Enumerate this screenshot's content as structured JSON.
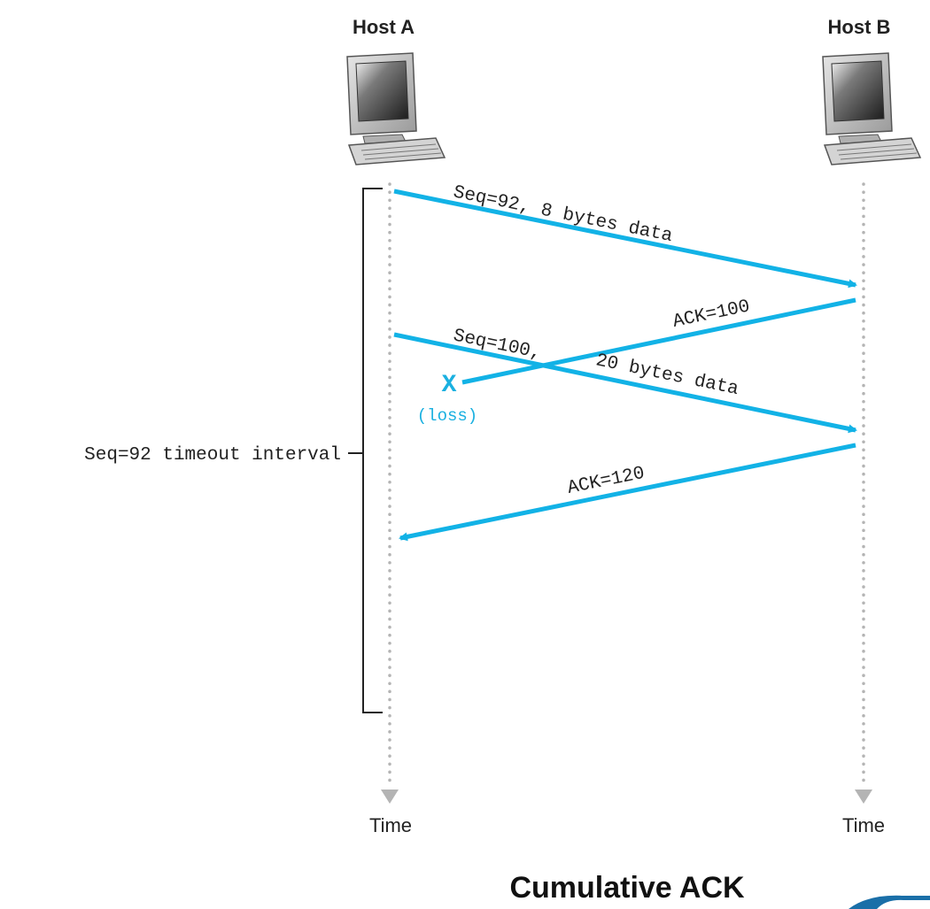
{
  "hosts": {
    "a": {
      "label": "Host A"
    },
    "b": {
      "label": "Host B"
    }
  },
  "time_labels": {
    "a": "Time",
    "b": "Time"
  },
  "messages": {
    "seq92": "Seq=92, 8 bytes data",
    "ack100": "ACK=100",
    "seq100_part1": "Seq=100,",
    "seq100_part2": "20 bytes data",
    "ack120": "ACK=120"
  },
  "loss": {
    "mark": "X",
    "label": "(loss)"
  },
  "timeout": {
    "label": "Seq=92 timeout interval"
  },
  "caption": "Cumulative ACK",
  "colors": {
    "arrow": "#12b2e6",
    "timeline": "#b4b4b4",
    "loss": "#1ab0e0"
  }
}
